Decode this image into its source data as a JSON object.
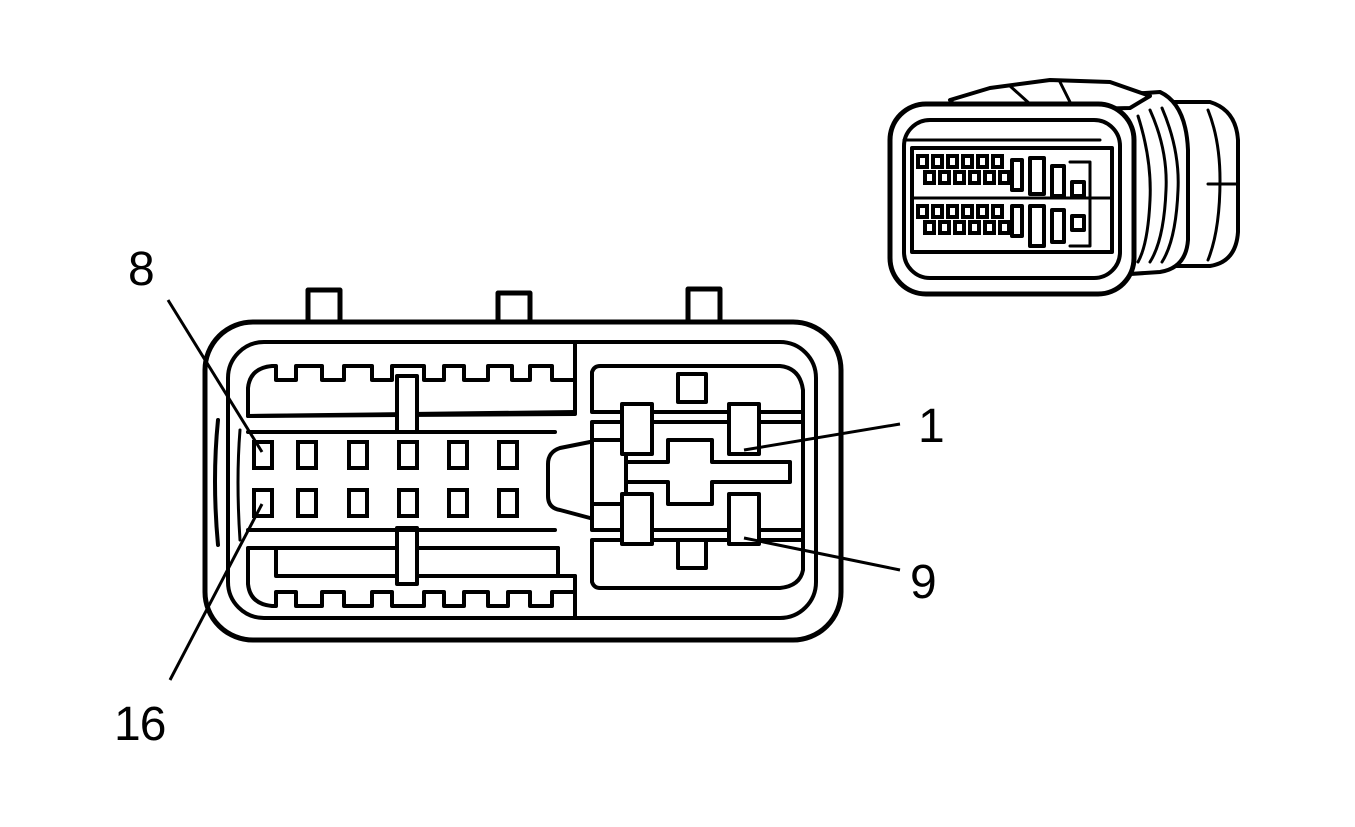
{
  "diagram": {
    "colors": {
      "line": "#000000",
      "background": "#ffffff"
    },
    "pin_labels": {
      "pin_8": "8",
      "pin_16": "16",
      "pin_1": "1",
      "pin_9": "9"
    }
  }
}
